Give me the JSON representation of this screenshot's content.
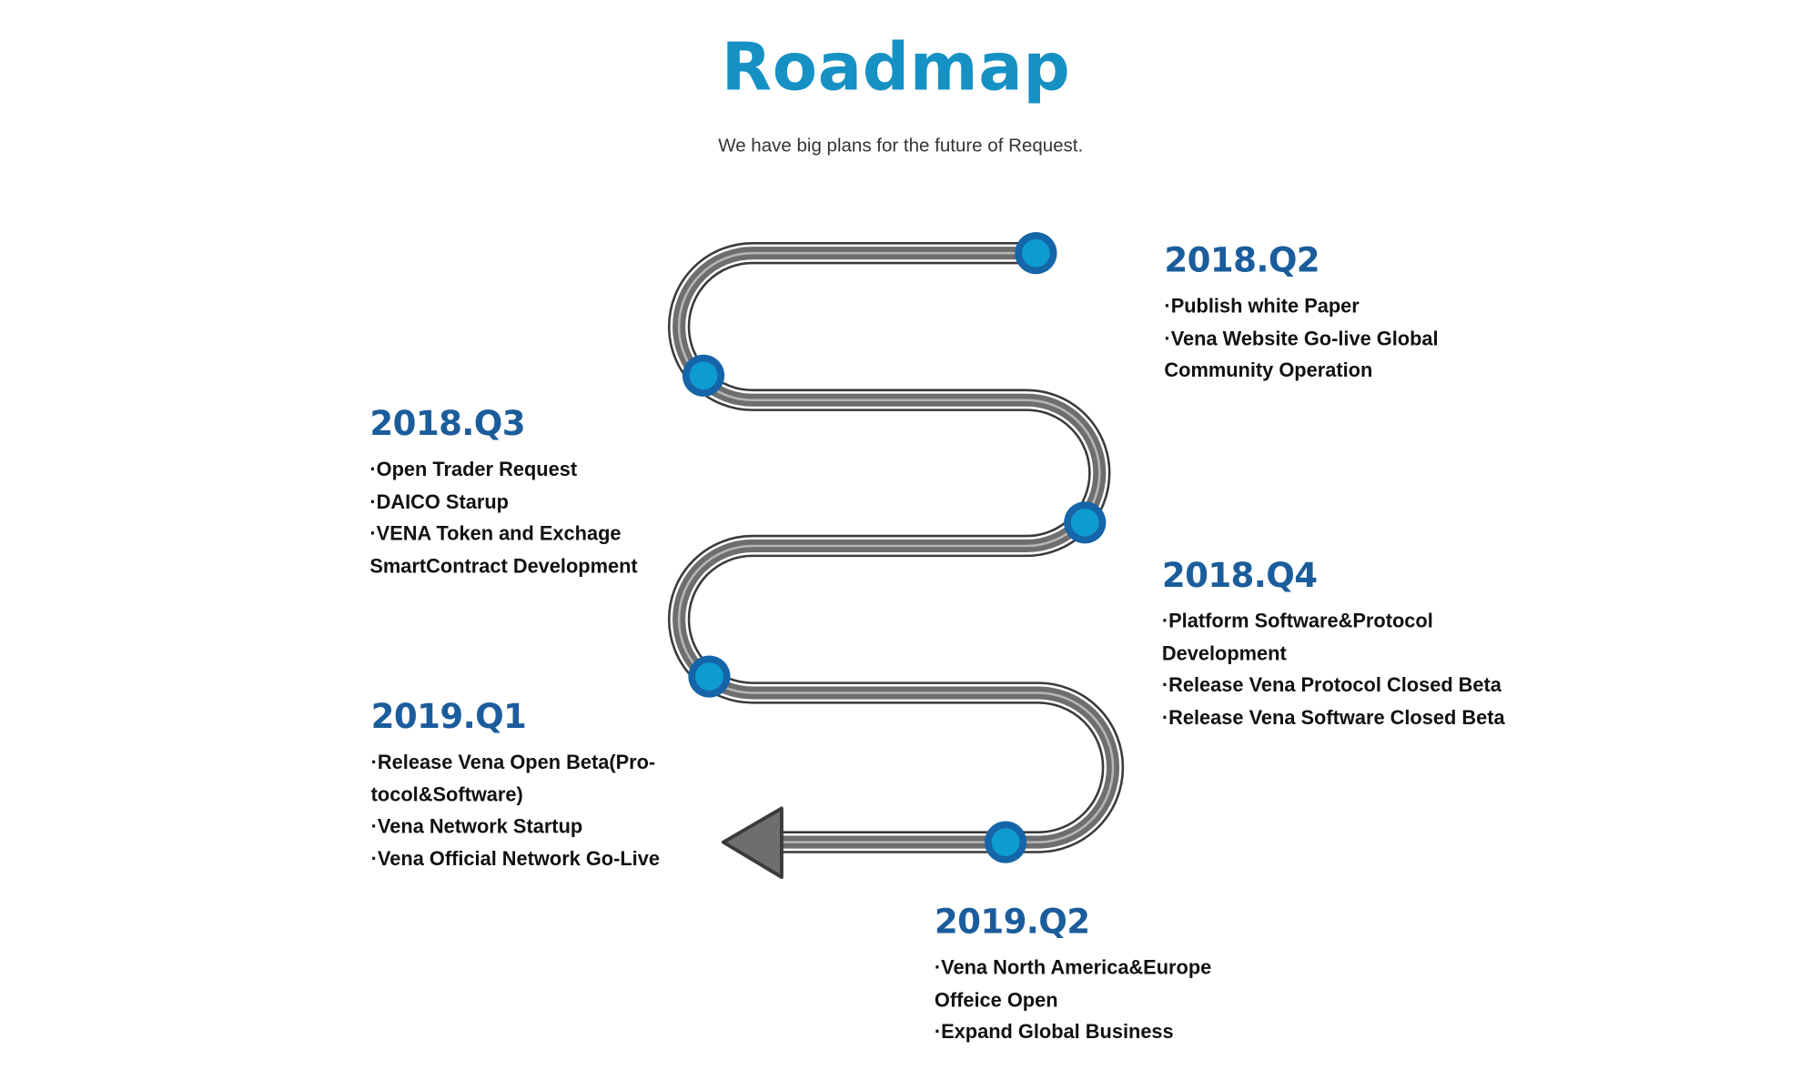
{
  "title": "Roadmap",
  "subtitle": "We have big plans for the future of Request.",
  "colors": {
    "title": "#1591c4",
    "heading": "#1b5d9c",
    "dot_outer": "#1565a8",
    "dot_inner": "#0e9bd0",
    "road": "#6e6e6e"
  },
  "milestones": [
    {
      "period": "2018.Q2",
      "lines": [
        "·Publish white Paper",
        "·Vena Website Go-live Global",
        "Community Operation"
      ]
    },
    {
      "period": "2018.Q3",
      "lines": [
        "·Open Trader Request",
        "·DAICO Starup",
        "·VENA Token and Exchage",
        "SmartContract Development"
      ]
    },
    {
      "period": "2018.Q4",
      "lines": [
        "·Platform Software&Protocol",
        "Development",
        "·Release Vena Protocol Closed Beta",
        "·Release Vena Software Closed Beta"
      ]
    },
    {
      "period": "2019.Q1",
      "lines": [
        "·Release Vena Open Beta(Pro-",
        "tocol&Software)",
        "·Vena Network Startup",
        "·Vena Official Network Go-Live"
      ]
    },
    {
      "period": "2019.Q2",
      "lines": [
        "·Vena North America&Europe",
        "Offeice Open",
        "·Expand Global Business"
      ]
    }
  ]
}
